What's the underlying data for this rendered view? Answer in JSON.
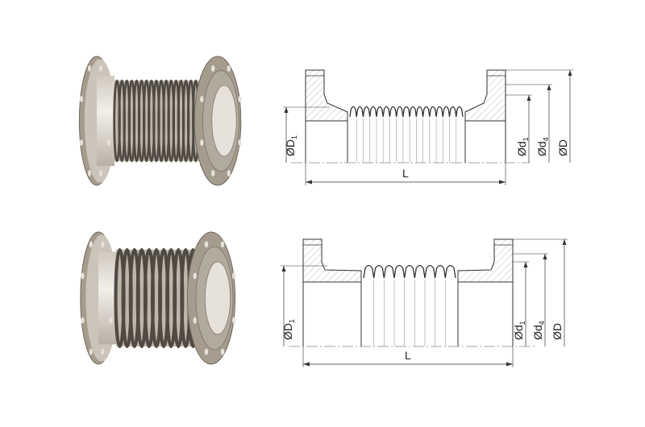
{
  "drawings": [
    {
      "id": "top",
      "labels": {
        "D1": "ØD",
        "D1_sub": "1",
        "d1": "Ød",
        "d1_sub": "1",
        "d4": "Ød",
        "d4_sub": "4",
        "D": "ØD",
        "L": "L"
      }
    },
    {
      "id": "bottom",
      "labels": {
        "D1": "ØD",
        "D1_sub": "1",
        "d1": "Ød",
        "d1_sub": "1",
        "d4": "Ød",
        "d4_sub": "4",
        "D": "ØD",
        "L": "L"
      }
    }
  ],
  "colors": {
    "flange": "#a59c8e",
    "flange_light": "#e6e2da",
    "bellows_dark": "#4f4a42",
    "bellows_light": "#bdb6aa",
    "line": "#333333",
    "hatch": "#999999"
  }
}
